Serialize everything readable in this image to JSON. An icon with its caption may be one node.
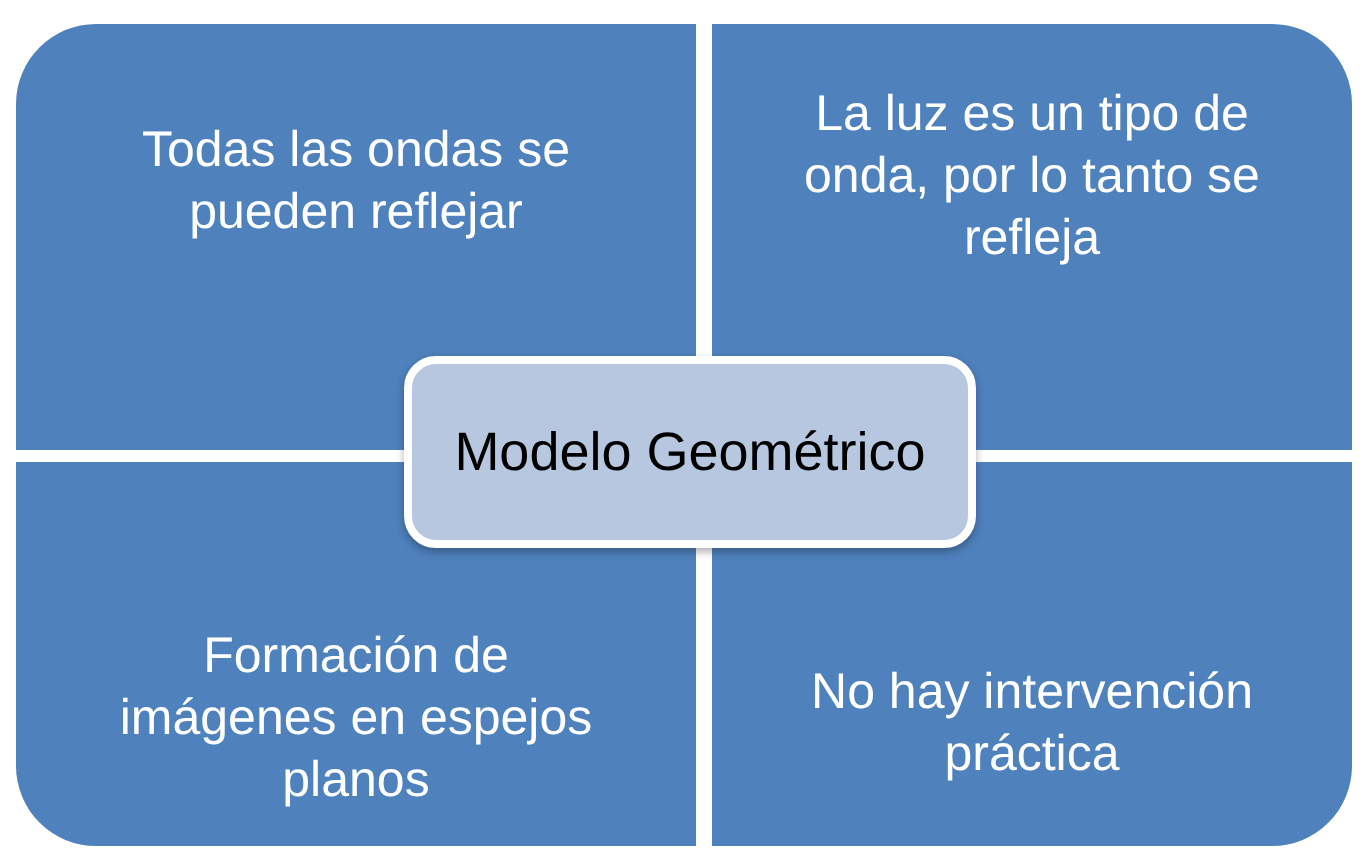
{
  "diagram": {
    "nodes": [
      {
        "text": [
          "Todas las ondas se pueden reflejar"
        ]
      },
      {
        "text": [
          "La luz es un tipo de onda, por lo tanto se refleja"
        ]
      },
      {
        "text": [
          "Modelo Geométrico"
        ]
      },
      {
        "text": [
          "Formación de imágenes en espejos planos"
        ]
      },
      {
        "text": [
          "No hay intervención práctica"
        ]
      }
    ]
  }
}
